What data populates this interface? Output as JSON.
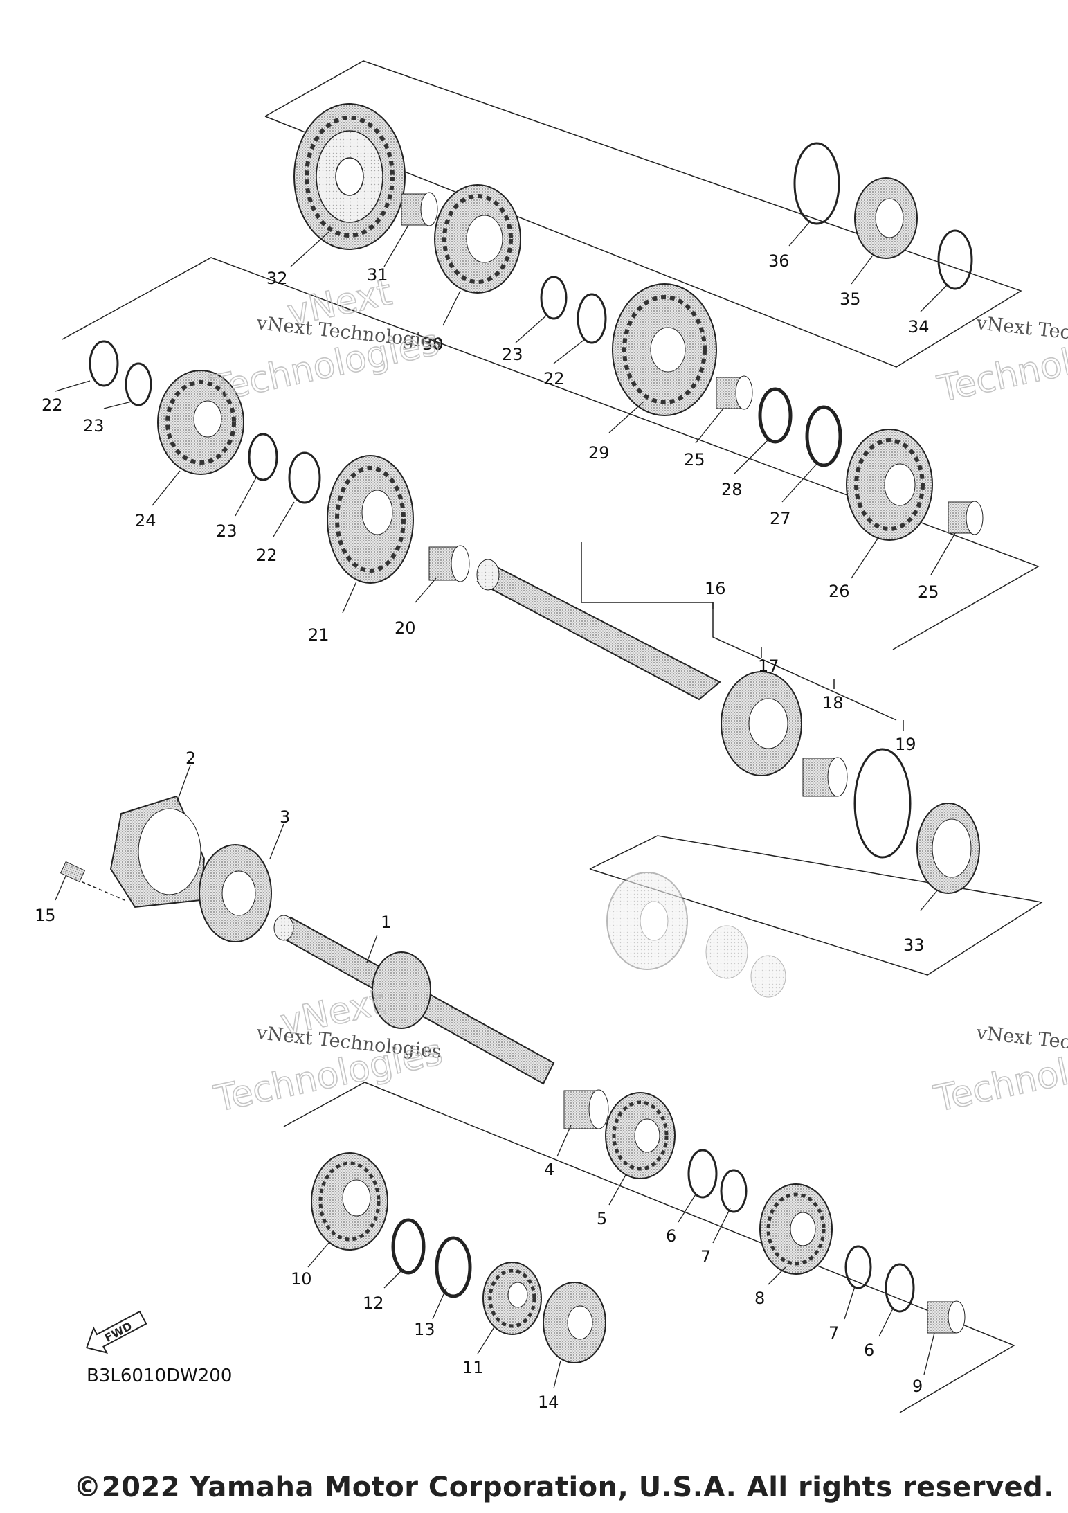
{
  "diagram_code": "B3L6010DW200",
  "fwd_label": "FWD",
  "watermark": {
    "line": "vNext Technologies",
    "big1": "vNext",
    "big2": "Technologies"
  },
  "copyright": "©2022 Yamaha Motor Corporation, U.S.A. All rights reserved.",
  "callouts": {
    "c1": "1",
    "c2": "2",
    "c3": "3",
    "c4": "4",
    "c5": "5",
    "c6a": "6",
    "c6b": "6",
    "c7a": "7",
    "c7b": "7",
    "c8": "8",
    "c9": "9",
    "c10": "10",
    "c11": "11",
    "c12": "12",
    "c13": "13",
    "c14": "14",
    "c15": "15",
    "c16": "16",
    "c17": "17",
    "c18": "18",
    "c19": "19",
    "c20": "20",
    "c21": "21",
    "c22a": "22",
    "c22b": "22",
    "c22c": "22",
    "c23a": "23",
    "c23b": "23",
    "c23c": "23",
    "c24": "24",
    "c25a": "25",
    "c25b": "25",
    "c26": "26",
    "c27": "27",
    "c28": "28",
    "c29": "29",
    "c30": "30",
    "c31": "31",
    "c32": "32",
    "c33": "33",
    "c34": "34",
    "c35": "35",
    "c36": "36"
  }
}
